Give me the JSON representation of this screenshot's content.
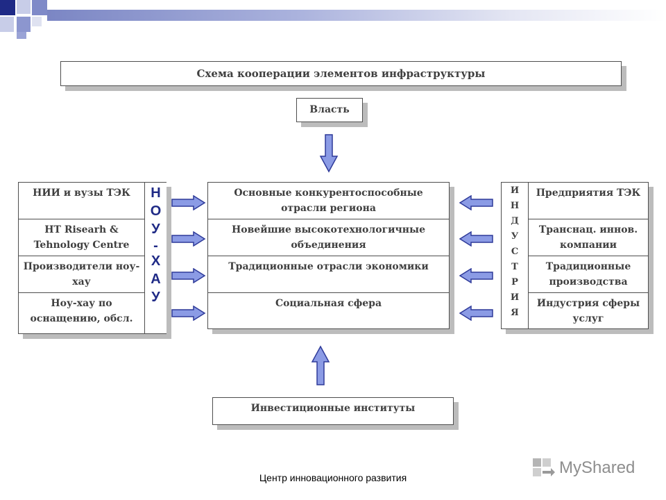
{
  "title": "Схема кооперации элементов инфраструктуры",
  "power": "Власть",
  "left_boxes": [
    "НИИ и вузы ТЭК",
    "HT Risearh & Tehnology Centre",
    "Производители ноу-хау",
    "Ноу-хау по оснащению, обсл."
  ],
  "knowhow_letters": [
    "Н",
    "О",
    "У",
    "-",
    "Х",
    "А",
    "У"
  ],
  "center_boxes": [
    "Основные конкурентоспособные отрасли региона",
    "Новейшие высокотехнологичные объединения",
    "Традиционные отрасли экономики",
    "Социальная сфера"
  ],
  "industry_letters": [
    "И",
    "Н",
    "Д",
    "У",
    "С",
    "Т",
    "Р",
    "И",
    "Я"
  ],
  "right_boxes": [
    "Предприятия ТЭК",
    "Транснац. иннов. компании",
    "Традиционные производства",
    "Индустрия сферы услуг"
  ],
  "invest": "Инвестиционные институты",
  "footer": "Центр инновационного развития",
  "logo": "MyShared",
  "colors": {
    "arrow_fill": "#8b9be5",
    "arrow_stroke": "#2e3a99",
    "border": "#4d4d4d",
    "shadow": "#bcbcbc"
  }
}
